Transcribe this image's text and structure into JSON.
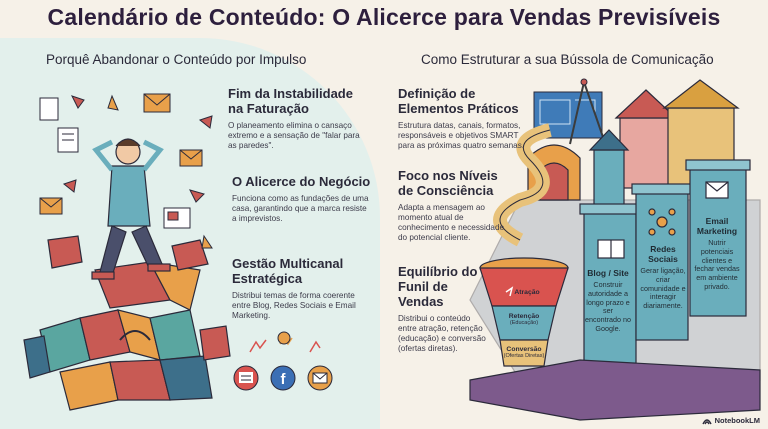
{
  "title": "Calendário de Conteúdo: O Alicerce para Vendas Previsíveis",
  "left": {
    "heading": "Porquê Abandonar o Conteúdo por Impulso",
    "blocks": [
      {
        "title": "Fim da Instabilidade na Faturação",
        "text": "O planeamento elimina o cansaço extremo e a sensação de \"falar para as paredes\"."
      },
      {
        "title": "O Alicerce do Negócio",
        "text": "Funciona como as fundações de uma casa, garantindo que a marca resiste a imprevistos."
      },
      {
        "title": "Gestão Multicanal Estratégica",
        "text": "Distribui temas de forma coerente entre Blog, Redes Sociais e Email Marketing."
      }
    ]
  },
  "right": {
    "heading": "Como Estruturar a sua Bússola de Comunicação",
    "blocks": [
      {
        "title": "Definição de Elementos Práticos",
        "text": "Estrutura datas, canais, formatos, responsáveis e objetivos SMART para as próximas quatro semanas."
      },
      {
        "title": "Foco nos Níveis de Consciência",
        "text": "Adapta a mensagem ao momento atual de conhecimento e necessidade do potencial cliente."
      },
      {
        "title": "Equilíbrio do Funil de Vendas",
        "text": "Distribui o conteúdo entre atração, retenção (educação) e conversão (ofertas diretas)."
      }
    ],
    "funnel": {
      "attraction": "Atração",
      "retention": "Retenção",
      "retention_sub": "(Educação)",
      "conversion": "Conversão",
      "conversion_sub": "(Ofertas Diretas)"
    },
    "columns": [
      {
        "title": "Blog / Site",
        "text": "Construir autoridade a longo prazo e ser encontrado no Google."
      },
      {
        "title": "Redes Sociais",
        "text": "Gerar ligação, criar comunidade e interagir diariamente."
      },
      {
        "title": "Email Marketing",
        "text": "Nutrir potenciais clientes e fechar vendas em ambiente privado."
      }
    ]
  },
  "brand": "NotebookLM",
  "colors": {
    "accent_red": "#d9534f",
    "accent_teal": "#5aa6a0",
    "accent_orange": "#e8a04a",
    "bg_left": "#e3f0ec",
    "bg": "#f6f1e8"
  }
}
